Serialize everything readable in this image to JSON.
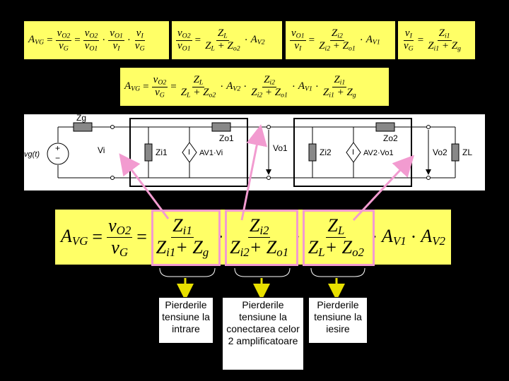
{
  "formulas": {
    "top1": {
      "lhs": "A",
      "lhs_sub": "VG",
      "a_num": "v",
      "a_num_sub": "O2",
      "a_den": "v",
      "a_den_sub": "G",
      "b_num": "v",
      "b_num_sub": "O2",
      "b_den": "v",
      "b_den_sub": "O1",
      "c_num": "v",
      "c_num_sub": "O1",
      "c_den": "v",
      "c_den_sub": "I",
      "d_num": "v",
      "d_num_sub": "I",
      "d_den": "v",
      "d_den_sub": "G"
    },
    "top2": {
      "lhs_num": "v",
      "lhs_num_sub": "O2",
      "lhs_den": "v",
      "lhs_den_sub": "O1",
      "num": "Z",
      "num_sub": "L",
      "den": "Z",
      "den_sub1": "L",
      "den_plus": "+ Z",
      "den_sub2": "o2",
      "tail": "A",
      "tail_sub": "V2"
    },
    "top3": {
      "lhs_num": "v",
      "lhs_num_sub": "O1",
      "lhs_den": "v",
      "lhs_den_sub": "I",
      "num": "Z",
      "num_sub": "i2",
      "den": "Z",
      "den_sub1": "i2",
      "den_plus": "+ Z",
      "den_sub2": "o1",
      "tail": "A",
      "tail_sub": "V1"
    },
    "top4": {
      "lhs_num": "v",
      "lhs_num_sub": "I",
      "lhs_den": "v",
      "lhs_den_sub": "G",
      "num": "Z",
      "num_sub": "i1",
      "den": "Z",
      "den_sub1": "i1",
      "den_plus": "+ Z",
      "den_sub2": "g"
    },
    "mid": {
      "lhs": "A",
      "lhs_sub": "VG",
      "v_num": "v",
      "v_num_sub": "O2",
      "v_den": "v",
      "v_den_sub": "G",
      "f1_num": "Z",
      "f1_num_sub": "L",
      "f1_den": "Z",
      "f1_den_sub1": "L",
      "f1_den_plus": "+ Z",
      "f1_den_sub2": "o2",
      "a1": "A",
      "a1_sub": "V2",
      "f2_num": "Z",
      "f2_num_sub": "i2",
      "f2_den": "Z",
      "f2_den_sub1": "i2",
      "f2_den_plus": "+ Z",
      "f2_den_sub2": "o1",
      "a2": "A",
      "a2_sub": "V1",
      "f3_num": "Z",
      "f3_num_sub": "i1",
      "f3_den": "Z",
      "f3_den_sub1": "i1",
      "f3_den_plus": "+ Z",
      "f3_den_sub2": "g"
    },
    "main": {
      "lhs": "A",
      "lhs_sub": "VG",
      "v_num": "v",
      "v_num_sub": "O2",
      "v_den": "v",
      "v_den_sub": "G",
      "f1_num": "Z",
      "f1_num_sub": "i1",
      "f1_den": "Z",
      "f1_den_sub1": "i1",
      "f1_den_plus": "+ Z",
      "f1_den_sub2": "g",
      "f2_num": "Z",
      "f2_num_sub": "i2",
      "f2_den": "Z",
      "f2_den_sub1": "i2",
      "f2_den_plus": "+ Z",
      "f2_den_sub2": "o1",
      "f3_num": "Z",
      "f3_num_sub": "L",
      "f3_den": "Z",
      "f3_den_sub1": "L",
      "f3_den_plus": "+ Z",
      "f3_den_sub2": "o2",
      "a1": "A",
      "a1_sub": "V1",
      "a2": "A",
      "a2_sub": "V2"
    }
  },
  "circuit_labels": {
    "zg": "Zg",
    "vg": "vg(t)",
    "vi": "Vi",
    "zi1": "Zi1",
    "zo1": "Zo1",
    "av1": "AV1·Vi",
    "vo1": "Vo1",
    "zi2": "Zi2",
    "zo2": "Zo2",
    "av2": "AV2·Vo1",
    "vo2": "Vo2",
    "zl": "ZL",
    "plus": "+",
    "minus": "−",
    "i1": "I",
    "i2": "I"
  },
  "notes": {
    "n1": "Pierderile tensiune la intrare",
    "n2": "Pierderile tensiune la conectarea celor 2 amplificatoare",
    "n3": "Pierderile tensiune la iesire"
  },
  "colors": {
    "formula_bg": "#ffff66",
    "highlight": "#f29bd0",
    "arrow": "#e8e000"
  }
}
